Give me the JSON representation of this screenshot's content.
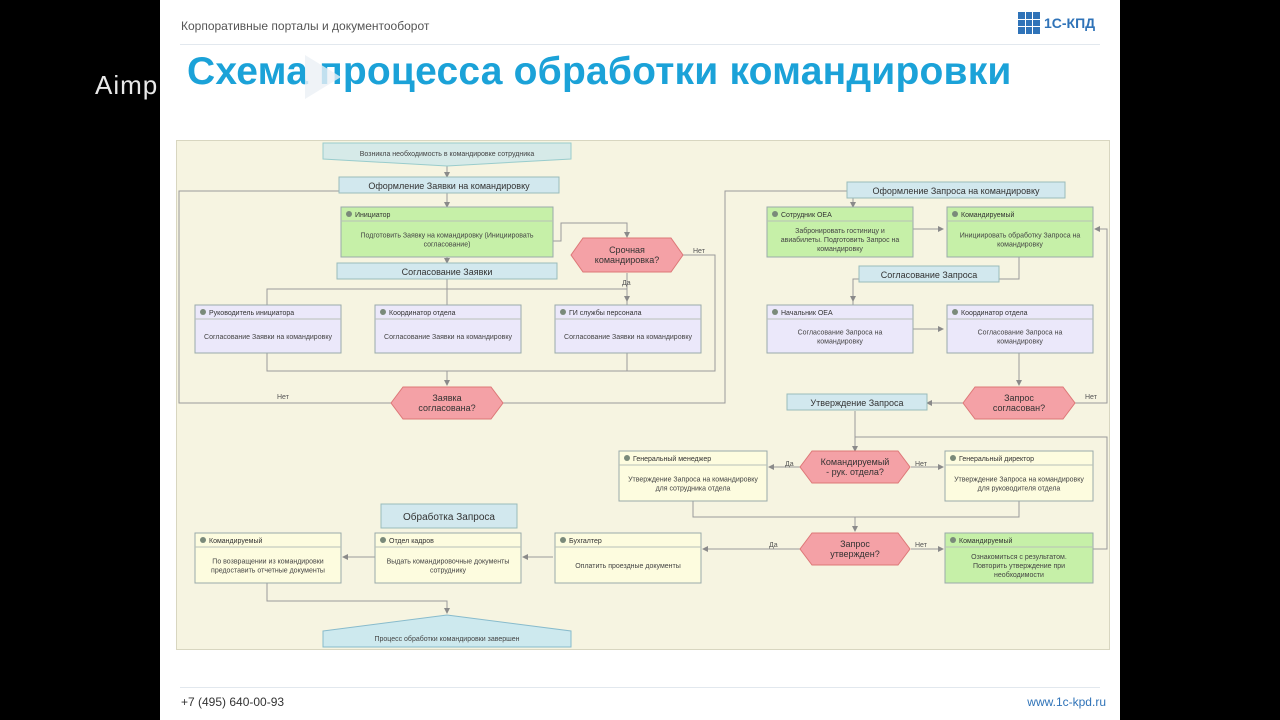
{
  "header": {
    "text": "Корпоративные порталы и документооборот",
    "logo": "1С-КПД"
  },
  "watermark": "Aimp",
  "title": "Схема процесса обработки командировки",
  "footer": {
    "phone": "+7 (495) 640-00-93",
    "url": "www.1c-kpd.ru"
  },
  "colors": {
    "title": "#1ba2d8",
    "green": "#c6f0a8",
    "violet": "#ebe8fa",
    "yellow": "#fdfcdf",
    "decision": "#f4a1a6",
    "stage": "#d2e8ee"
  },
  "diagram": {
    "start": "Возникла необходимость в командировке сотрудника",
    "end": "Процесс обработки командировки завершен",
    "stages": {
      "s1": "Оформление Заявки на командировку",
      "s2": "Согласование Заявки",
      "s3": "Оформление Запроса на командировку",
      "s4": "Согласование Запроса",
      "s5": "Утверждение Запроса",
      "s6": "Обработка Запроса"
    },
    "tasks": {
      "t1": {
        "role": "Инициатор",
        "text": "Подготовить Заявку на командировку (Инициировать согласование)"
      },
      "t2": {
        "role": "Руководитель инициатора",
        "text": "Согласование Заявки на командировку"
      },
      "t3": {
        "role": "Координатор отдела",
        "text": "Согласование Заявки на командировку"
      },
      "t4": {
        "role": "ГИ службы персонала",
        "text": "Согласование Заявки на командировку"
      },
      "t5": {
        "role": "Сотрудник ОЕА",
        "text": "Забронировать гостиницу и авиабилеты. Подготовить Запрос на командировку"
      },
      "t6": {
        "role": "Командируемый",
        "text": "Инициировать обработку Запроса на командировку"
      },
      "t7": {
        "role": "Начальник ОЕА",
        "text": "Согласование Запроса на командировку"
      },
      "t8": {
        "role": "Координатор отдела",
        "text": "Согласование Запроса на командировку"
      },
      "t9": {
        "role": "Генеральный менеджер",
        "text": "Утверждение Запроса на командировку для сотрудника отдела"
      },
      "t10": {
        "role": "Генеральный директор",
        "text": "Утверждение Запроса на командировку для руководителя отдела"
      },
      "t11": {
        "role": "Командируемый",
        "text": "По возвращении из командировки предоставить отчетные документы"
      },
      "t12": {
        "role": "Отдел кадров",
        "text": "Выдать командировочные документы сотруднику"
      },
      "t13": {
        "role": "Бухгалтер",
        "text": "Оплатить проездные документы"
      },
      "t14": {
        "role": "Командируемый",
        "text": "Ознакомиться с результатом. Повторить утверждение при необходимости"
      }
    },
    "decisions": {
      "d1": "Срочная командировка?",
      "d2": "Заявка согласована?",
      "d3": "Запрос согласован?",
      "d4": "Командируемый - рук. отдела?",
      "d5": "Запрос утвержден?"
    },
    "labels": {
      "yes": "Да",
      "no": "Нет"
    }
  }
}
